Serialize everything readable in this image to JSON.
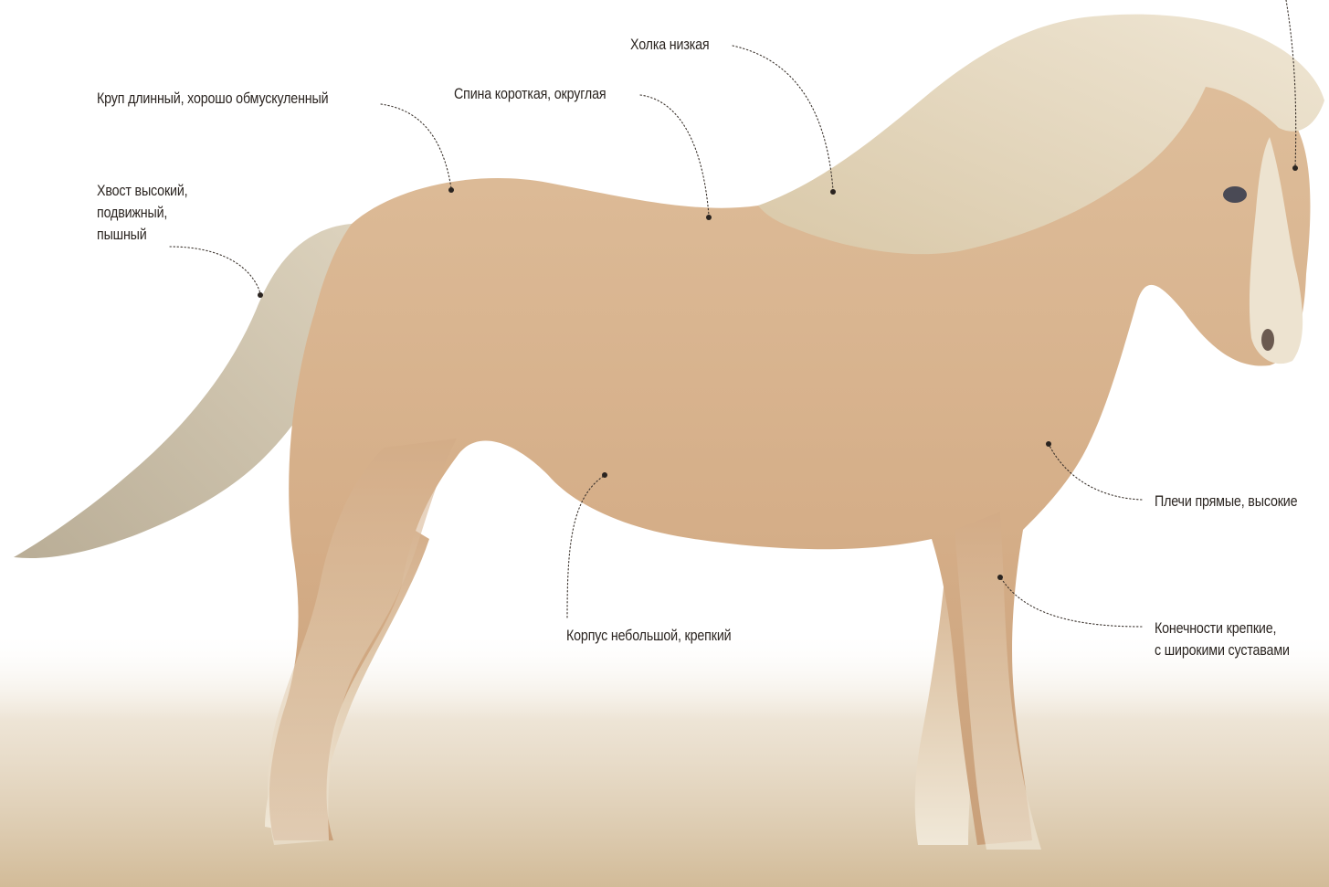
{
  "labels": {
    "croup": "Круп длинный, хорошо обмускуленный",
    "back": "Спина короткая, округлая",
    "withers": "Холка низкая",
    "tail": [
      "Хвост высокий,",
      "подвижный,",
      "пышный"
    ],
    "body": "Корпус небольшой, крепкий",
    "shoulders": "Плечи прямые, высокие",
    "legs": [
      "Конечности крепкие,",
      "с широкими суставами"
    ]
  },
  "colors": {
    "coat": "#d8b48f",
    "mane": "#e3d6bd",
    "legs_lower": "#ece2cc",
    "ground": "#d9c6a8",
    "text": "#2b2521"
  }
}
